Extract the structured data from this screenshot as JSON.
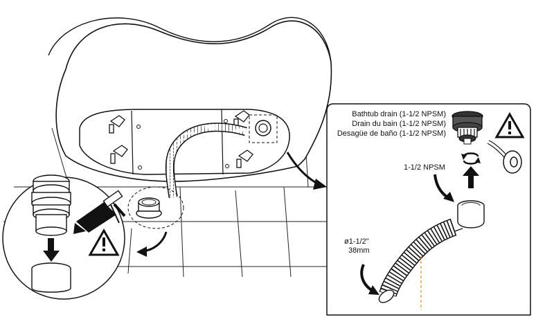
{
  "labels": {
    "drain_line_1": "Bathtub drain (1-1/2 NPSM)",
    "drain_line_2": "Drain du bain (1-1/2 NPSM)",
    "drain_line_3": "Desagüe de baño (1-1/2 NPSM)",
    "thread_spec": "1-1/2 NPSM",
    "pipe_diameter": "ø1-1/2\"",
    "pipe_mm": "38mm"
  },
  "icons": [
    "warning-icon",
    "caulk-gun-icon",
    "tape-roll-icon",
    "rotate-arrow-icon",
    "down-arrow-icon",
    "up-arrow-icon"
  ],
  "colors": {
    "line": "#111111",
    "fill": "#ffffff",
    "accent_fill": "#333333",
    "dash_orange": "#e08a2a"
  }
}
